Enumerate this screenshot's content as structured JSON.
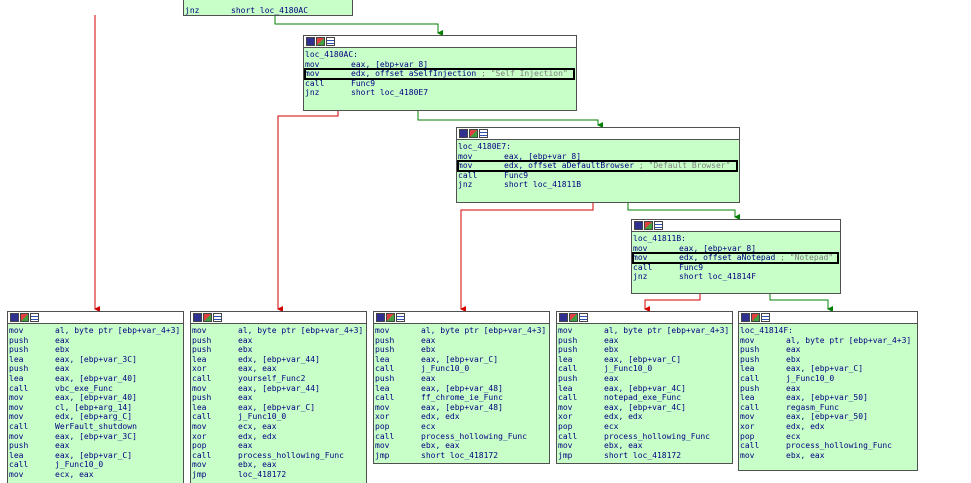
{
  "window": {
    "title": "IDA View - graph"
  },
  "icons": {
    "graph": "graph-view-icon",
    "color": "color-icon",
    "list": "list-view-icon"
  },
  "colors": {
    "block_bg": "#c8ffc8",
    "edge_true": "#008000",
    "edge_false": "#d00000",
    "highlight_border": "#000000"
  },
  "blocks": {
    "top": {
      "lines": [
        {
          "label": "",
          "mnem": "",
          "ops": "",
          "comment": ""
        },
        {
          "label": "",
          "mnem": "jnz",
          "ops": "short loc_4180AC",
          "comment": ""
        }
      ]
    },
    "b4180ac": {
      "lines": [
        {
          "label": "loc_4180AC:",
          "mnem": "",
          "ops": "",
          "comment": ""
        },
        {
          "label": "",
          "mnem": "mov",
          "ops": "eax, [ebp+var_8]",
          "comment": ""
        },
        {
          "label": "",
          "mnem": "mov",
          "ops": "edx, offset aSelfInjection",
          "comment": "; \"Self Injection\""
        },
        {
          "label": "",
          "mnem": "call",
          "ops": "Func9",
          "comment": ""
        },
        {
          "label": "",
          "mnem": "jnz",
          "ops": "short loc_4180E7",
          "comment": ""
        }
      ]
    },
    "b4180e7": {
      "lines": [
        {
          "label": "loc_4180E7:",
          "mnem": "",
          "ops": "",
          "comment": ""
        },
        {
          "label": "",
          "mnem": "mov",
          "ops": "eax, [ebp+var_8]",
          "comment": ""
        },
        {
          "label": "",
          "mnem": "mov",
          "ops": "edx, offset aDefaultBrowser",
          "comment": "; \"Default Browser\""
        },
        {
          "label": "",
          "mnem": "call",
          "ops": "Func9",
          "comment": ""
        },
        {
          "label": "",
          "mnem": "jnz",
          "ops": "short loc_41811B",
          "comment": ""
        }
      ]
    },
    "b41811b": {
      "lines": [
        {
          "label": "loc_41811B:",
          "mnem": "",
          "ops": "",
          "comment": ""
        },
        {
          "label": "",
          "mnem": "mov",
          "ops": "eax, [ebp+var_8]",
          "comment": ""
        },
        {
          "label": "",
          "mnem": "mov",
          "ops": "edx, offset aNotepad",
          "comment": "; \"Notepad\""
        },
        {
          "label": "",
          "mnem": "call",
          "ops": "Func9",
          "comment": ""
        },
        {
          "label": "",
          "mnem": "jnz",
          "ops": "short loc_41814F",
          "comment": ""
        }
      ]
    },
    "bot1": {
      "lines": [
        {
          "label": "",
          "mnem": "mov",
          "ops": "al, byte ptr [ebp+var_4+3]",
          "comment": ""
        },
        {
          "label": "",
          "mnem": "push",
          "ops": "eax",
          "comment": ""
        },
        {
          "label": "",
          "mnem": "push",
          "ops": "ebx",
          "comment": ""
        },
        {
          "label": "",
          "mnem": "lea",
          "ops": "eax, [ebp+var_3C]",
          "comment": ""
        },
        {
          "label": "",
          "mnem": "push",
          "ops": "eax",
          "comment": ""
        },
        {
          "label": "",
          "mnem": "lea",
          "ops": "eax, [ebp+var_40]",
          "comment": ""
        },
        {
          "label": "",
          "mnem": "call",
          "ops": "vbc_exe_Func",
          "comment": ""
        },
        {
          "label": "",
          "mnem": "mov",
          "ops": "eax, [ebp+var_40]",
          "comment": ""
        },
        {
          "label": "",
          "mnem": "mov",
          "ops": "cl, [ebp+arg_14]",
          "comment": ""
        },
        {
          "label": "",
          "mnem": "mov",
          "ops": "edx, [ebp+arg_C]",
          "comment": ""
        },
        {
          "label": "",
          "mnem": "call",
          "ops": "WerFault_shutdown",
          "comment": ""
        },
        {
          "label": "",
          "mnem": "mov",
          "ops": "eax, [ebp+var_3C]",
          "comment": ""
        },
        {
          "label": "",
          "mnem": "push",
          "ops": "eax",
          "comment": ""
        },
        {
          "label": "",
          "mnem": "lea",
          "ops": "eax, [ebp+var_C]",
          "comment": ""
        },
        {
          "label": "",
          "mnem": "call",
          "ops": "j_Func10_0",
          "comment": ""
        },
        {
          "label": "",
          "mnem": "mov",
          "ops": "ecx, eax",
          "comment": ""
        }
      ]
    },
    "bot2": {
      "lines": [
        {
          "label": "",
          "mnem": "mov",
          "ops": "al, byte ptr [ebp+var_4+3]",
          "comment": ""
        },
        {
          "label": "",
          "mnem": "push",
          "ops": "eax",
          "comment": ""
        },
        {
          "label": "",
          "mnem": "push",
          "ops": "ebx",
          "comment": ""
        },
        {
          "label": "",
          "mnem": "lea",
          "ops": "edx, [ebp+var_44]",
          "comment": ""
        },
        {
          "label": "",
          "mnem": "xor",
          "ops": "eax, eax",
          "comment": ""
        },
        {
          "label": "",
          "mnem": "call",
          "ops": "yourself_Func2",
          "comment": ""
        },
        {
          "label": "",
          "mnem": "mov",
          "ops": "eax, [ebp+var_44]",
          "comment": ""
        },
        {
          "label": "",
          "mnem": "push",
          "ops": "eax",
          "comment": ""
        },
        {
          "label": "",
          "mnem": "lea",
          "ops": "eax, [ebp+var_C]",
          "comment": ""
        },
        {
          "label": "",
          "mnem": "call",
          "ops": "j_Func10_0",
          "comment": ""
        },
        {
          "label": "",
          "mnem": "mov",
          "ops": "ecx, eax",
          "comment": ""
        },
        {
          "label": "",
          "mnem": "xor",
          "ops": "edx, edx",
          "comment": ""
        },
        {
          "label": "",
          "mnem": "pop",
          "ops": "eax",
          "comment": ""
        },
        {
          "label": "",
          "mnem": "call",
          "ops": "process_hollowing_Func",
          "comment": ""
        },
        {
          "label": "",
          "mnem": "mov",
          "ops": "ebx, eax",
          "comment": ""
        },
        {
          "label": "",
          "mnem": "jmp",
          "ops": "loc_418172",
          "comment": ""
        }
      ]
    },
    "bot3": {
      "lines": [
        {
          "label": "",
          "mnem": "mov",
          "ops": "al, byte ptr [ebp+var_4+3]",
          "comment": ""
        },
        {
          "label": "",
          "mnem": "push",
          "ops": "eax",
          "comment": ""
        },
        {
          "label": "",
          "mnem": "push",
          "ops": "ebx",
          "comment": ""
        },
        {
          "label": "",
          "mnem": "lea",
          "ops": "eax, [ebp+var_C]",
          "comment": ""
        },
        {
          "label": "",
          "mnem": "call",
          "ops": "j_Func10_0",
          "comment": ""
        },
        {
          "label": "",
          "mnem": "push",
          "ops": "eax",
          "comment": ""
        },
        {
          "label": "",
          "mnem": "lea",
          "ops": "eax, [ebp+var_48]",
          "comment": ""
        },
        {
          "label": "",
          "mnem": "call",
          "ops": "ff_chrome_ie_Func",
          "comment": ""
        },
        {
          "label": "",
          "mnem": "mov",
          "ops": "eax, [ebp+var_48]",
          "comment": ""
        },
        {
          "label": "",
          "mnem": "xor",
          "ops": "edx, edx",
          "comment": ""
        },
        {
          "label": "",
          "mnem": "pop",
          "ops": "ecx",
          "comment": ""
        },
        {
          "label": "",
          "mnem": "call",
          "ops": "process_hollowing_Func",
          "comment": ""
        },
        {
          "label": "",
          "mnem": "mov",
          "ops": "ebx, eax",
          "comment": ""
        },
        {
          "label": "",
          "mnem": "jmp",
          "ops": "short loc_418172",
          "comment": ""
        }
      ]
    },
    "bot4": {
      "lines": [
        {
          "label": "",
          "mnem": "mov",
          "ops": "al, byte ptr [ebp+var_4+3]",
          "comment": ""
        },
        {
          "label": "",
          "mnem": "push",
          "ops": "eax",
          "comment": ""
        },
        {
          "label": "",
          "mnem": "push",
          "ops": "ebx",
          "comment": ""
        },
        {
          "label": "",
          "mnem": "lea",
          "ops": "eax, [ebp+var_C]",
          "comment": ""
        },
        {
          "label": "",
          "mnem": "call",
          "ops": "j_Func10_0",
          "comment": ""
        },
        {
          "label": "",
          "mnem": "push",
          "ops": "eax",
          "comment": ""
        },
        {
          "label": "",
          "mnem": "lea",
          "ops": "eax, [ebp+var_4C]",
          "comment": ""
        },
        {
          "label": "",
          "mnem": "call",
          "ops": "notepad_exe_Func",
          "comment": ""
        },
        {
          "label": "",
          "mnem": "mov",
          "ops": "eax, [ebp+var_4C]",
          "comment": ""
        },
        {
          "label": "",
          "mnem": "xor",
          "ops": "edx, edx",
          "comment": ""
        },
        {
          "label": "",
          "mnem": "pop",
          "ops": "ecx",
          "comment": ""
        },
        {
          "label": "",
          "mnem": "call",
          "ops": "process_hollowing_Func",
          "comment": ""
        },
        {
          "label": "",
          "mnem": "mov",
          "ops": "ebx, eax",
          "comment": ""
        },
        {
          "label": "",
          "mnem": "jmp",
          "ops": "short loc_418172",
          "comment": ""
        }
      ]
    },
    "b41814f": {
      "lines": [
        {
          "label": "loc_41814F:",
          "mnem": "",
          "ops": "",
          "comment": ""
        },
        {
          "label": "",
          "mnem": "mov",
          "ops": "al, byte ptr [ebp+var_4+3]",
          "comment": ""
        },
        {
          "label": "",
          "mnem": "push",
          "ops": "eax",
          "comment": ""
        },
        {
          "label": "",
          "mnem": "push",
          "ops": "ebx",
          "comment": ""
        },
        {
          "label": "",
          "mnem": "lea",
          "ops": "eax, [ebp+var_C]",
          "comment": ""
        },
        {
          "label": "",
          "mnem": "call",
          "ops": "j_Func10_0",
          "comment": ""
        },
        {
          "label": "",
          "mnem": "push",
          "ops": "eax",
          "comment": ""
        },
        {
          "label": "",
          "mnem": "lea",
          "ops": "eax, [ebp+var_50]",
          "comment": ""
        },
        {
          "label": "",
          "mnem": "call",
          "ops": "regasm_Func",
          "comment": ""
        },
        {
          "label": "",
          "mnem": "mov",
          "ops": "eax, [ebp+var_50]",
          "comment": ""
        },
        {
          "label": "",
          "mnem": "xor",
          "ops": "edx, edx",
          "comment": ""
        },
        {
          "label": "",
          "mnem": "pop",
          "ops": "ecx",
          "comment": ""
        },
        {
          "label": "",
          "mnem": "call",
          "ops": "process_hollowing_Func",
          "comment": ""
        },
        {
          "label": "",
          "mnem": "mov",
          "ops": "ebx, eax",
          "comment": ""
        }
      ]
    }
  }
}
